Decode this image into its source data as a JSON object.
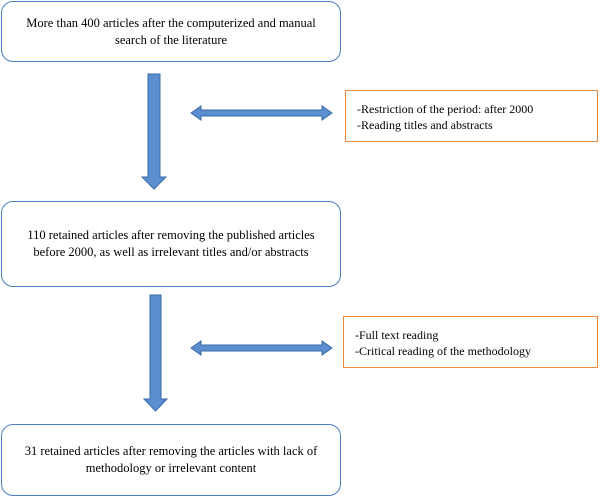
{
  "stages": [
    {
      "text": "More than 400 articles after the computerized and manual search of the literature"
    },
    {
      "text": "110 retained articles after removing the published articles before 2000, as well as irrelevant titles and/or abstracts"
    },
    {
      "text": "31 retained articles after removing the articles with lack of methodology or irrelevant content"
    }
  ],
  "criteria": [
    {
      "items": [
        "-Restriction of the period: after 2000",
        "-Reading titles and abstracts"
      ]
    },
    {
      "items": [
        "-Full text reading",
        "-Critical reading of the methodology"
      ]
    }
  ],
  "colors": {
    "stage_border": "#4a7cc0",
    "criteria_border": "#ef8a3c",
    "arrow_fill": "#5b8fd0",
    "arrow_stroke": "#3a6aa8"
  }
}
